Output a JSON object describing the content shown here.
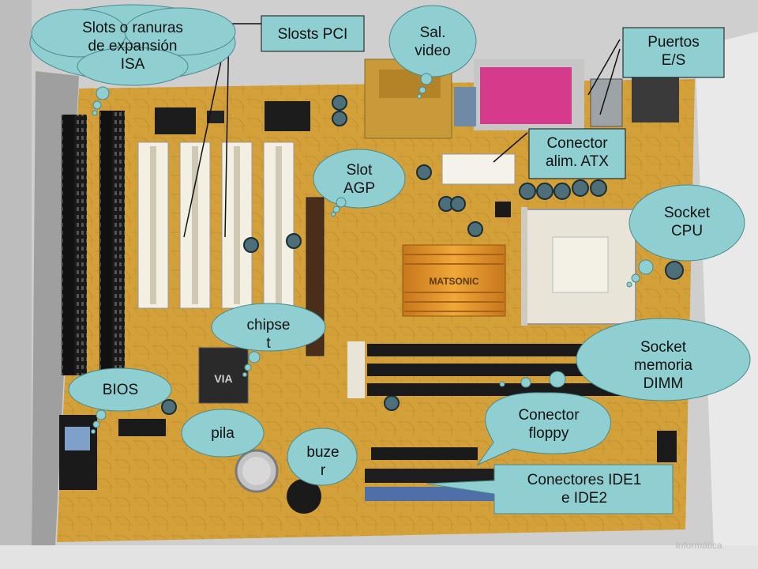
{
  "labels": {
    "isa": [
      "Slots o ranuras",
      "de expansión",
      "ISA"
    ],
    "pci": [
      "Slosts PCI"
    ],
    "video": [
      "Sal.",
      "video"
    ],
    "io": [
      "Puertos",
      "E/S"
    ],
    "atx": [
      "Conector",
      "alim. ATX"
    ],
    "agp": [
      "Slot",
      "AGP"
    ],
    "cpu": [
      "Socket",
      "CPU"
    ],
    "chipset": [
      "chipse",
      "t"
    ],
    "dimm": [
      "Socket",
      "memoria",
      "DIMM"
    ],
    "bios": [
      "BIOS"
    ],
    "floppy": [
      "Conector",
      "floppy"
    ],
    "pila": [
      "pila"
    ],
    "buzzer": [
      "buze",
      "r"
    ],
    "ide": [
      "Conectores IDE1",
      "e IDE2"
    ]
  },
  "board_brand": "MATSONIC",
  "chip_mark": "VIA",
  "watermark": "Informática",
  "colors": {
    "callout_fill": "#8fcfd1",
    "board": "#d4a03a",
    "background": "#cfcfcf"
  }
}
